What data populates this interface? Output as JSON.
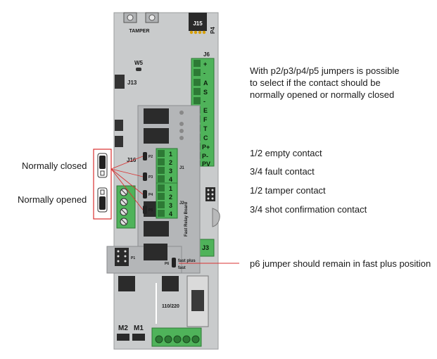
{
  "board": {
    "tamper_label": "TAMPER",
    "j15_label": "J15",
    "p4_label": "P4",
    "j6_label": "J6",
    "w5_label": "W5",
    "j13_label": "J13",
    "j16_label": "J16",
    "j3_label": "J3",
    "voltage_label": "110/220",
    "m2_label": "M2",
    "m1_label": "M1",
    "j6_terminals": [
      "+",
      "-",
      "A",
      "S",
      "-",
      "E",
      "F",
      "T",
      "C",
      "P+",
      "P-",
      "PV"
    ],
    "relay_board_label": "Fast Relay Board",
    "p2_label": "P2",
    "p3_label": "P3",
    "p4_small_label": "P4",
    "p5_label": "P5",
    "p6_label": "P6",
    "j1_label": "J1",
    "j2_label": "J2",
    "p1_label": "P1",
    "fast_plus_label": "fast plus",
    "fast_label": "fast",
    "upper_block_numbers": [
      "1",
      "2",
      "3",
      "4"
    ],
    "lower_block_numbers": [
      "1",
      "2",
      "3",
      "4"
    ]
  },
  "annotations": {
    "normally_closed": "Normally closed",
    "normally_opened": "Normally opened",
    "intro_line1": "With p2/p3/p4/p5 jumpers is possible",
    "intro_line2": "to select if the contact should be",
    "intro_line3": "normally opened or normally closed",
    "contact_1": "1/2 empty contact",
    "contact_2": "3/4 fault contact",
    "contact_3": "1/2 tamper contact",
    "contact_4": "3/4 shot confirmation contact",
    "p6_note": "p6 jumper should remain in fast plus position"
  },
  "colors": {
    "board": "#c9cbcc",
    "relay_board": "#b4b6b8",
    "terminal_green": "#4fb35a",
    "callout_red": "#d93030"
  }
}
